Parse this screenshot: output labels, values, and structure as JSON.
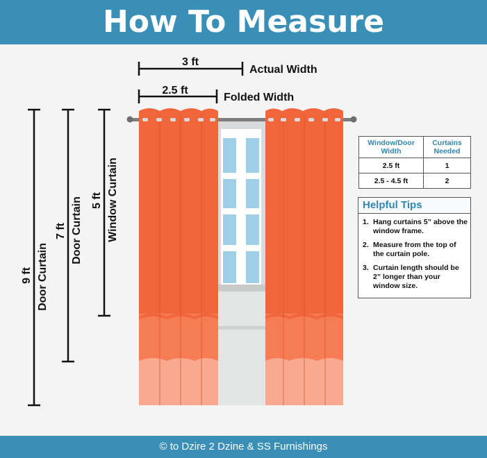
{
  "header": {
    "title": "How To Measure"
  },
  "widths": {
    "actual_value": "3 ft",
    "actual_label": "Actual Width",
    "folded_value": "2.5 ft",
    "folded_label": "Folded Width"
  },
  "heights": [
    {
      "value": "9 ft",
      "label": "Door Curtain"
    },
    {
      "value": "7 ft",
      "label": "Door Curtain"
    },
    {
      "value": "5 ft",
      "label": "Window Curtain"
    }
  ],
  "table": {
    "headers": [
      "Window/Door Width",
      "Curtains Needed"
    ],
    "rows": [
      [
        "2.5 ft",
        "1"
      ],
      [
        "2.5 - 4.5 ft",
        "2"
      ]
    ]
  },
  "tips": {
    "title": "Helpful Tips",
    "items": [
      {
        "num": "1.",
        "text": "Hang curtains 5” above the window frame."
      },
      {
        "num": "2.",
        "text": "Measure from the top of the curtain pole."
      },
      {
        "num": "3.",
        "text": "Curtain length should be 2” longer than your window size."
      }
    ]
  },
  "footer": {
    "credit": "© to Dzire 2 Dzine & SS Furnishings"
  },
  "colors": {
    "header": "#3a8fb7",
    "curtain_dark": "#f0653a",
    "curtain_mid": "#f67c56",
    "curtain_light": "#f9a98f",
    "window_glass": "#9fcfe6",
    "accent_text": "#2f86b0"
  }
}
